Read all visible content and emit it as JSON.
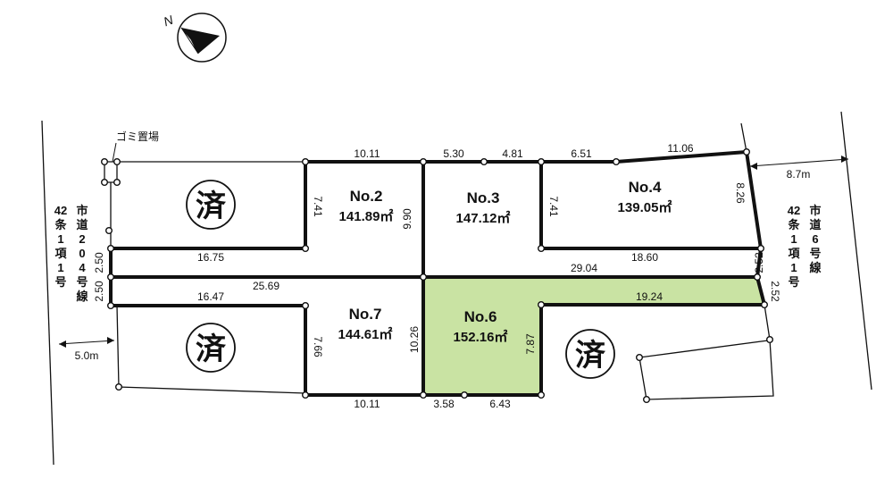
{
  "compass": {
    "north_label": "N"
  },
  "garbage_label": "ゴミ置場",
  "sold_mark": "済",
  "sold_positions": [
    "left-upper",
    "left-lower",
    "right-lower"
  ],
  "lots": [
    {
      "no": "No.2",
      "area": "141.89㎡",
      "status": "available"
    },
    {
      "no": "No.3",
      "area": "147.12㎡",
      "status": "available"
    },
    {
      "no": "No.4",
      "area": "139.05㎡",
      "status": "available"
    },
    {
      "no": "No.6",
      "area": "152.16㎡",
      "status": "highlighted"
    },
    {
      "no": "No.7",
      "area": "144.61㎡",
      "status": "available"
    }
  ],
  "roads": {
    "left": {
      "lines": [
        "42",
        "条",
        "1",
        "項",
        "1",
        "号"
      ],
      "lines2": [
        "市",
        "道",
        "2",
        "0",
        "4",
        "号",
        "線"
      ],
      "width": "5.0m"
    },
    "right": {
      "lines": [
        "42",
        "条",
        "1",
        "項",
        "1",
        "号"
      ],
      "lines2": [
        "市",
        "道",
        "6",
        "号",
        "線"
      ],
      "width": "8.7m"
    }
  },
  "dimensions": {
    "top": [
      "10.11",
      "5.30",
      "4.81",
      "6.51",
      "11.06"
    ],
    "inner": [
      "7.41",
      "9.90",
      "7.41",
      "8.26",
      "16.75",
      "18.60",
      "2.50",
      "2.52",
      "29.04",
      "25.69",
      "2.50",
      "2.52",
      "16.47",
      "19.24",
      "7.66",
      "10.26",
      "7.87"
    ],
    "bottom": [
      "10.11",
      "3.58",
      "6.43"
    ]
  },
  "colors": {
    "highlight": "#c9e3a3",
    "line": "#111111"
  }
}
